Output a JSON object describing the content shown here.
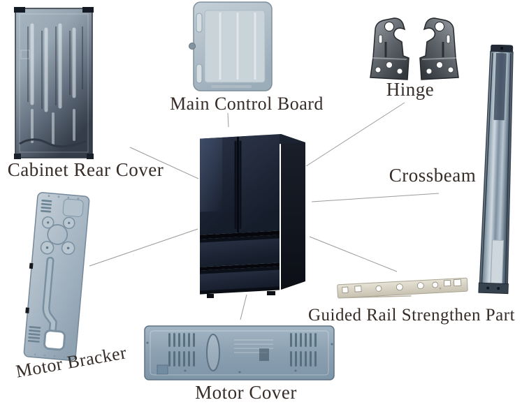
{
  "parts": {
    "cabinet_rear_cover": {
      "label": "Cabinet Rear Cover"
    },
    "main_control_board": {
      "label": "Main Control Board"
    },
    "hinge": {
      "label": "Hinge"
    },
    "crossbeam": {
      "label": "Crossbeam"
    },
    "guided_rail_strengthen_part": {
      "label": "Guided Rail Strengthen Part"
    },
    "motor_cover": {
      "label": "Motor Cover"
    },
    "motor_bracker": {
      "label": "Motor Bracker"
    }
  },
  "colors": {
    "background": "#ffffff",
    "label_text": "#362c28",
    "connector_line": "#9b9b9b",
    "fridge_door": "#1c2534",
    "metal_blue": "#9fb2c2",
    "metal_silver": "#c9d3da",
    "rail_beige": "#d8d4c6"
  }
}
